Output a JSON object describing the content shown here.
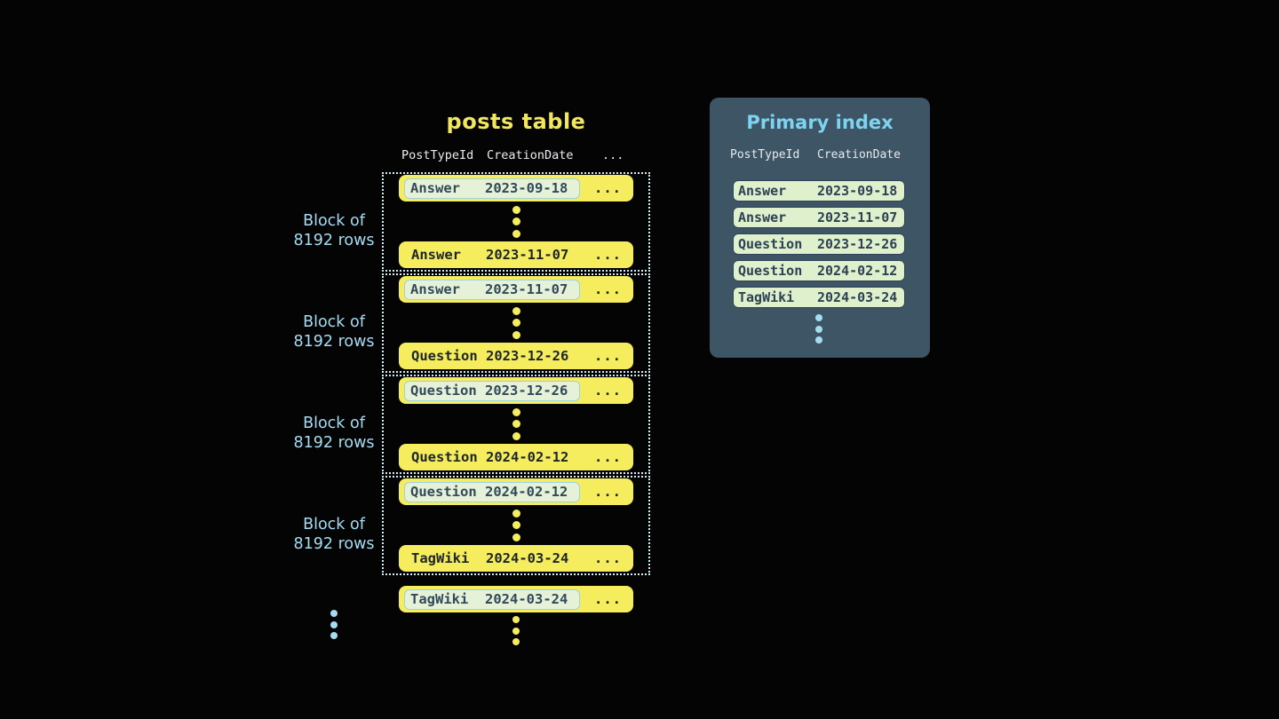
{
  "colors": {
    "background": "#040404",
    "row_yellow": "#f5ed5e",
    "row_text": "#1e2529",
    "highlight_bg": "#e6f2d8",
    "highlight_border": "#9dd2e4",
    "highlight_text": "#31495a",
    "block_dotted_border": "#d6ecf5",
    "accent_blue": "#a6dcf2",
    "panel_bg": "#3e5565",
    "panel_title_blue": "#7ed3f0",
    "header_text": "#e9edef",
    "index_row_bg": "#dff0cc",
    "index_row_border": "#2d4353",
    "index_row_text": "#2c4154",
    "title_yellow": "#f0e75f"
  },
  "posts_table": {
    "title": "posts table",
    "headers": [
      "PostTypeId",
      "CreationDate"
    ],
    "ellipsis": "...",
    "blocks": [
      {
        "label": [
          "Block of",
          "8192 rows"
        ],
        "first_row": {
          "type": "Answer",
          "date": "2023-09-18"
        },
        "last_row": {
          "type": "Answer",
          "date": "2023-11-07"
        }
      },
      {
        "label": [
          "Block of",
          "8192 rows"
        ],
        "first_row": {
          "type": "Answer",
          "date": "2023-11-07"
        },
        "last_row": {
          "type": "Question",
          "date": "2023-12-26"
        }
      },
      {
        "label": [
          "Block of",
          "8192 rows"
        ],
        "first_row": {
          "type": "Question",
          "date": "2023-12-26"
        },
        "last_row": {
          "type": "Question",
          "date": "2024-02-12"
        }
      },
      {
        "label": [
          "Block of",
          "8192 rows"
        ],
        "first_row": {
          "type": "Question",
          "date": "2024-02-12"
        },
        "last_row": {
          "type": "TagWiki",
          "date": "2024-03-24"
        }
      }
    ],
    "next_block_first_row": {
      "type": "TagWiki",
      "date": "2024-03-24"
    }
  },
  "primary_index": {
    "title": "Primary index",
    "headers": [
      "PostTypeId",
      "CreationDate"
    ],
    "rows": [
      {
        "type": "Answer",
        "date": "2023-09-18"
      },
      {
        "type": "Answer",
        "date": "2023-11-07"
      },
      {
        "type": "Question",
        "date": "2023-12-26"
      },
      {
        "type": "Question",
        "date": "2024-02-12"
      },
      {
        "type": "TagWiki",
        "date": "2024-03-24"
      }
    ]
  }
}
